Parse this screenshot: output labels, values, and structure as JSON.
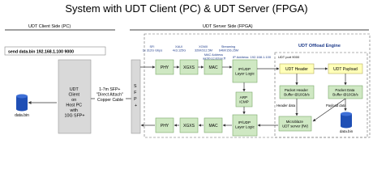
{
  "title": "System with UDT Client (PC)  & UDT Server (FPGA)",
  "client_side_label": "UDT Client Side (PC)",
  "server_side_label": "UDT Server Side (FPGA)",
  "command": "send data.bin 192.168.1.100 9000",
  "client_box": [
    "UDT",
    "Client",
    "on",
    "Host PC",
    "with",
    "10G SFP+"
  ],
  "client_file": "data.bin",
  "cable_label": [
    "1-7m SFP+",
    "\"Direct Attach\"",
    "Copper Cable"
  ],
  "sfp_letters": [
    "S",
    "F",
    "P",
    "+"
  ],
  "top_bus_labels": {
    "sfi": [
      "SFI",
      "1x 312G Gbps"
    ],
    "xaui": [
      "XAUI",
      "4x3.125G"
    ],
    "xgmii": [
      "XGMII",
      "32bit/312.5M"
    ],
    "streaming": [
      "Streaming",
      "64bit/156.25M"
    ],
    "mac_address": [
      "MAC Address",
      "aa:bb:cc:dd:ee:ff"
    ]
  },
  "ip_address": "IP Address: 192.168.1.100",
  "engine_title": "UDT Offload Engine",
  "udt_port": "UDT port 9000",
  "blocks": {
    "phy": "PHY",
    "xgxs": "XGXS",
    "mac": "MAC",
    "iplogic": [
      "IP/UDP",
      "Layer Logic"
    ],
    "arp": [
      "ARP",
      "ICMP"
    ],
    "udt_header": "UDT Header",
    "udt_payload": "UDT Payload",
    "pkt_header": [
      "Packet Header",
      "Buffer @10Gb/s"
    ],
    "pkt_data": [
      "Packet Data",
      "Buffer @10Gb/s"
    ],
    "microblaze": [
      "Microblaze",
      "UDT server (fW)"
    ]
  },
  "header_data": "Header data",
  "payload_data": "Payload data",
  "server_file": "data.bin",
  "colors": {
    "green": "#cfe8c3",
    "green_border": "#7aa86a",
    "yellow": "#ffffb8",
    "yellow_border": "#b8b060",
    "grey": "#d9d9d9",
    "disk": "#1f4fb5",
    "engine_title": "#1e3b8a"
  }
}
